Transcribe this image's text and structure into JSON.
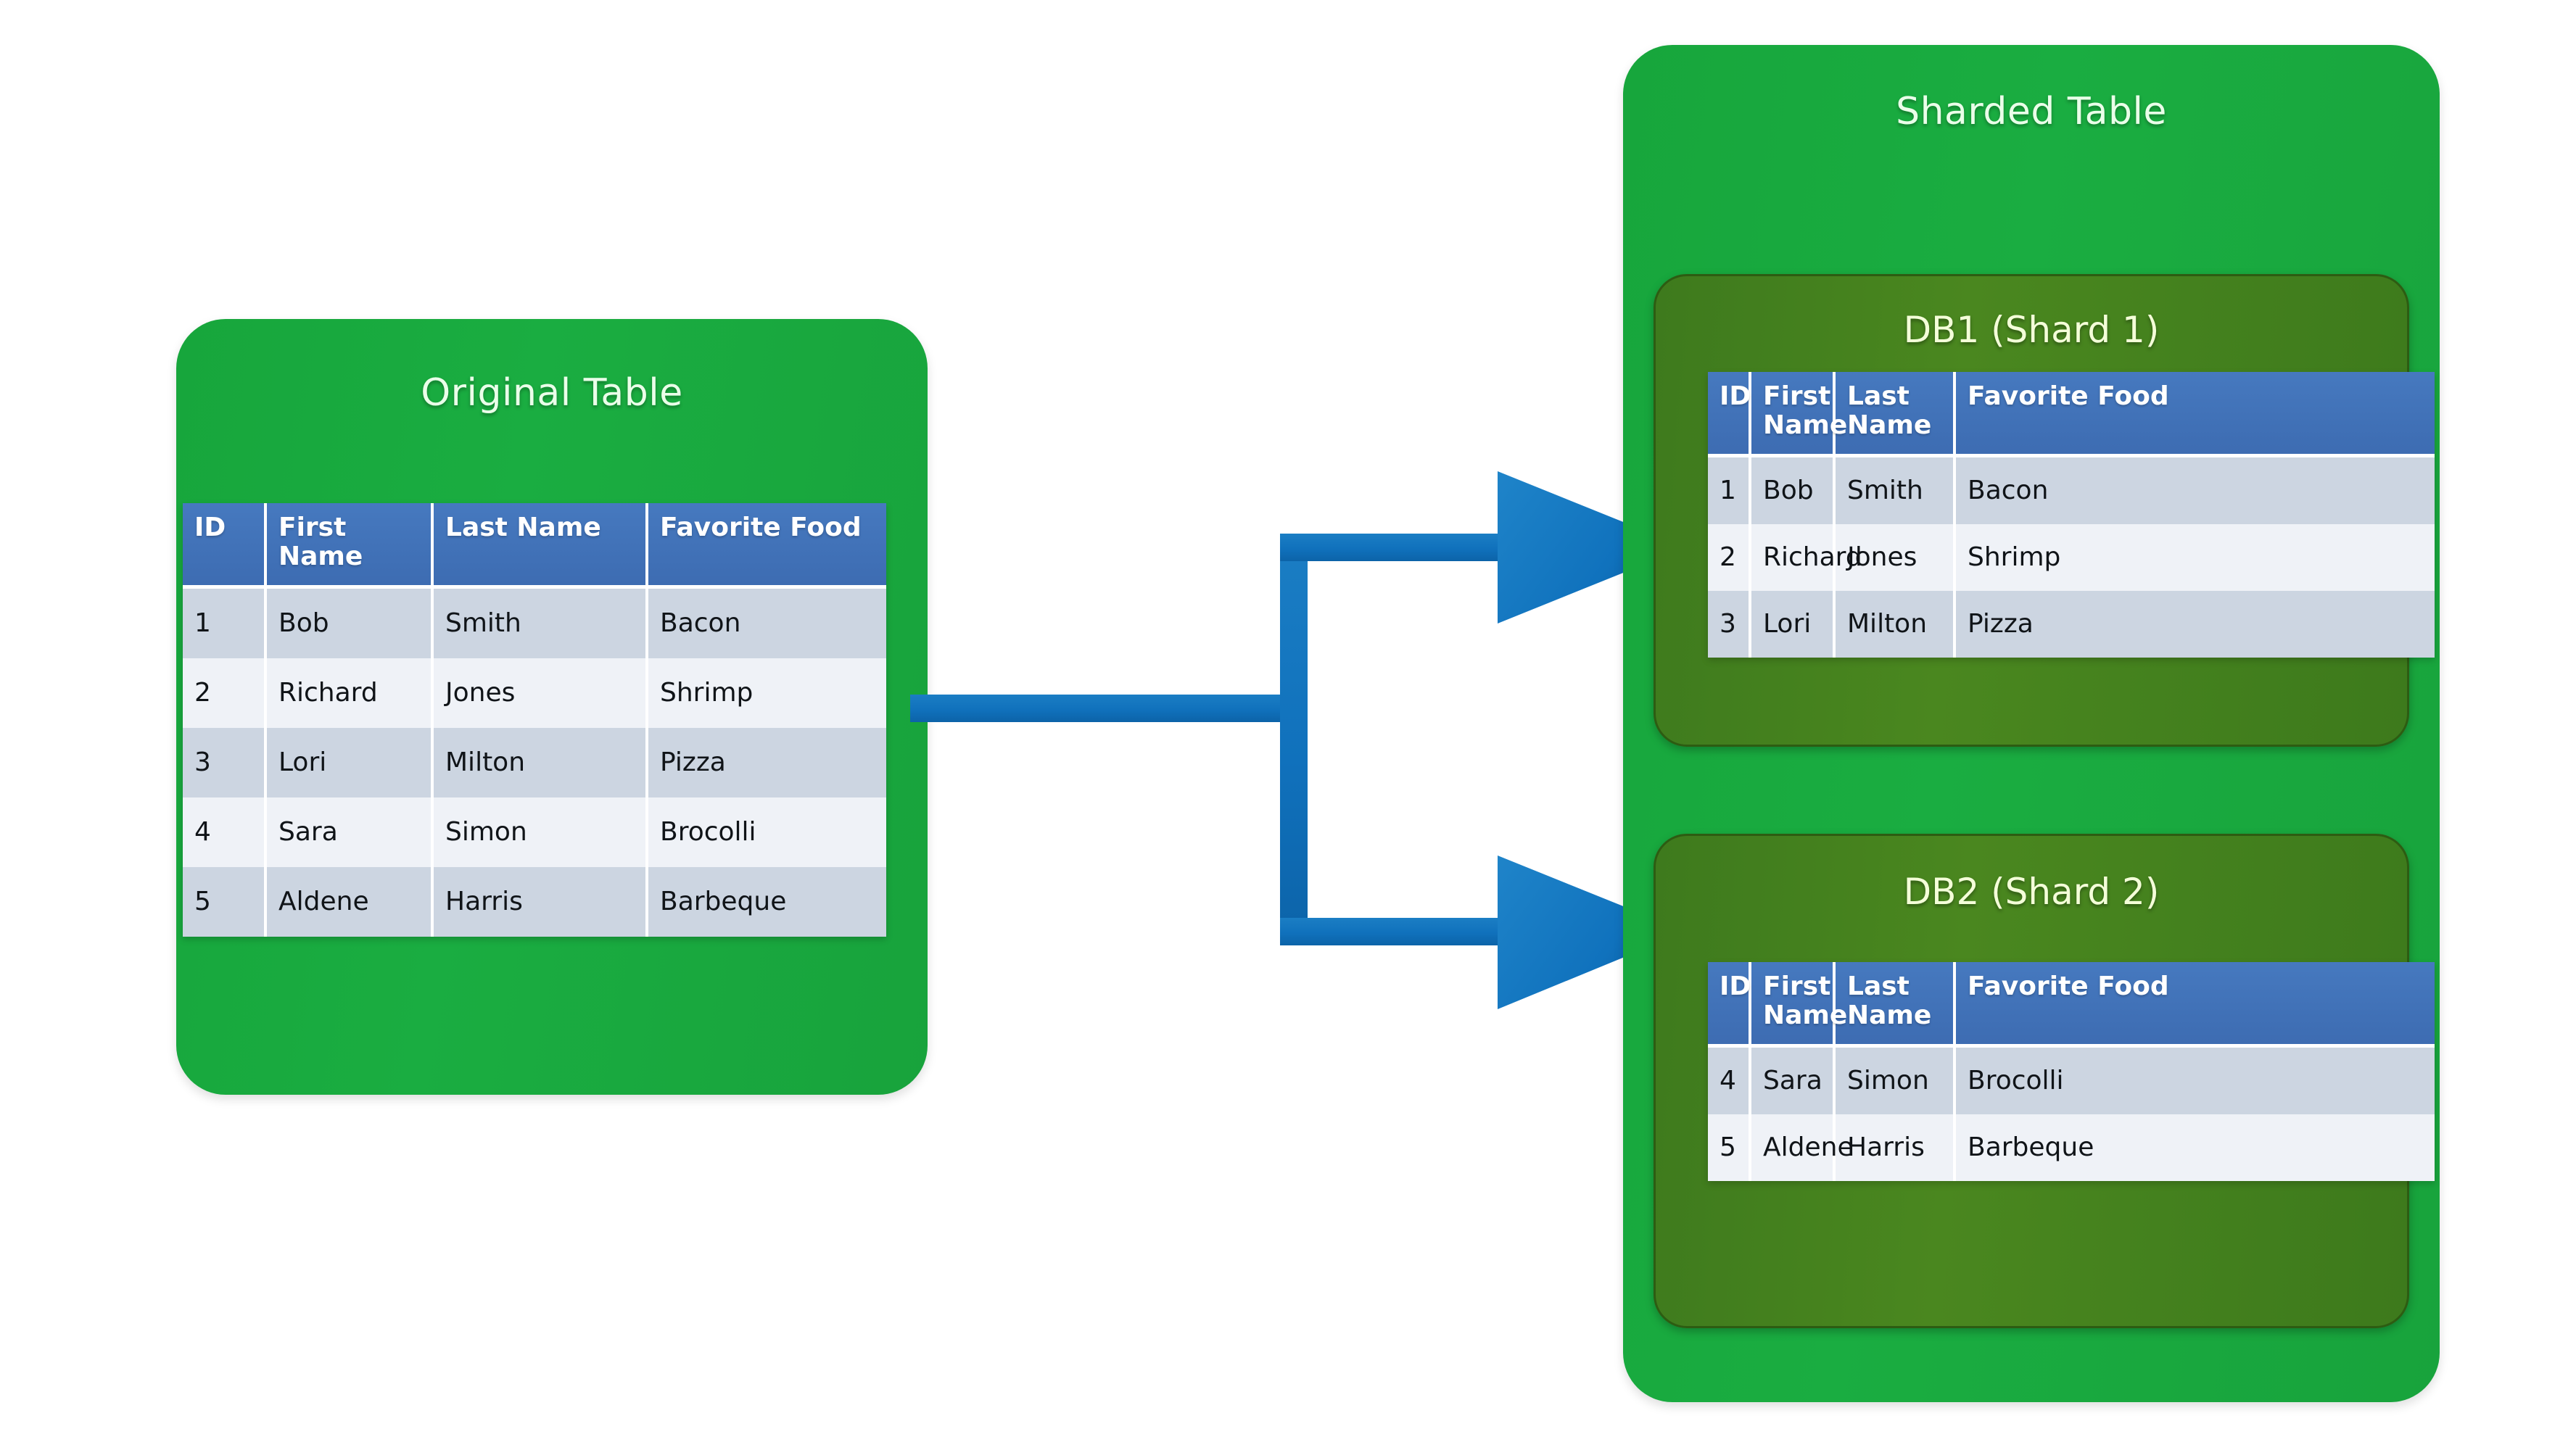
{
  "diagram": {
    "title_original": "Original Table",
    "title_sharded": "Sharded Table",
    "colors": {
      "card_green": "#1aad41",
      "shard_panel_green": "#4a871f",
      "table_header_blue": "#3d6cb2",
      "arrow_blue": "#1072bd",
      "row_odd": "#ccd5e1",
      "row_even": "#eff2f7",
      "background": "#ffffff"
    }
  },
  "columns": [
    "ID",
    "First Name",
    "Last Name",
    "Favorite Food"
  ],
  "original_table": {
    "title": "Original Table",
    "headers": [
      "ID",
      "First Name",
      "Last Name",
      "Favorite Food"
    ],
    "rows": [
      [
        "1",
        "Bob",
        "Smith",
        "Bacon"
      ],
      [
        "2",
        "Richard",
        "Jones",
        "Shrimp"
      ],
      [
        "3",
        "Lori",
        "Milton",
        "Pizza"
      ],
      [
        "4",
        "Sara",
        "Simon",
        "Brocolli"
      ],
      [
        "5",
        "Aldene",
        "Harris",
        "Barbeque"
      ]
    ]
  },
  "sharded": {
    "title": "Sharded Table",
    "shards": [
      {
        "name": "DB1 (Shard 1)",
        "headers": [
          "ID",
          "First Name",
          "Last Name",
          "Favorite Food"
        ],
        "rows": [
          [
            "1",
            "Bob",
            "Smith",
            "Bacon"
          ],
          [
            "2",
            "Richard",
            "Jones",
            "Shrimp"
          ],
          [
            "3",
            "Lori",
            "Milton",
            "Pizza"
          ]
        ]
      },
      {
        "name": "DB2 (Shard 2)",
        "headers": [
          "ID",
          "First Name",
          "Last Name",
          "Favorite Food"
        ],
        "rows": [
          [
            "4",
            "Sara",
            "Simon",
            "Brocolli"
          ],
          [
            "5",
            "Aldene",
            "Harris",
            "Barbeque"
          ]
        ]
      }
    ]
  },
  "connector": {
    "kind": "fork-arrow",
    "branches": 2,
    "from": "Original Table",
    "to": [
      "DB1 (Shard 1)",
      "DB2 (Shard 2)"
    ]
  }
}
